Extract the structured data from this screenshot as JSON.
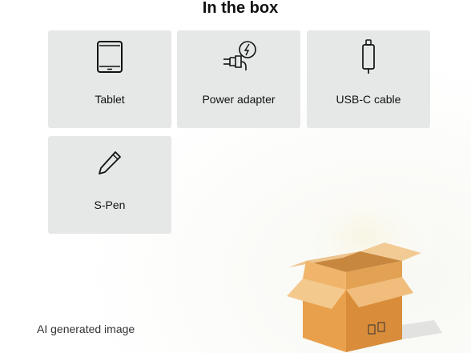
{
  "header": {
    "title": "In the box"
  },
  "items": [
    {
      "label": "Tablet",
      "icon": "tablet-icon"
    },
    {
      "label": "Power adapter",
      "icon": "power-adapter-icon"
    },
    {
      "label": "USB-C cable",
      "icon": "usb-c-cable-icon"
    },
    {
      "label": "S-Pen",
      "icon": "pen-icon"
    }
  ],
  "footer": {
    "note": "AI generated image"
  },
  "illustration": {
    "icon": "open-cardboard-box-icon",
    "box_color": "#e9a04c"
  }
}
